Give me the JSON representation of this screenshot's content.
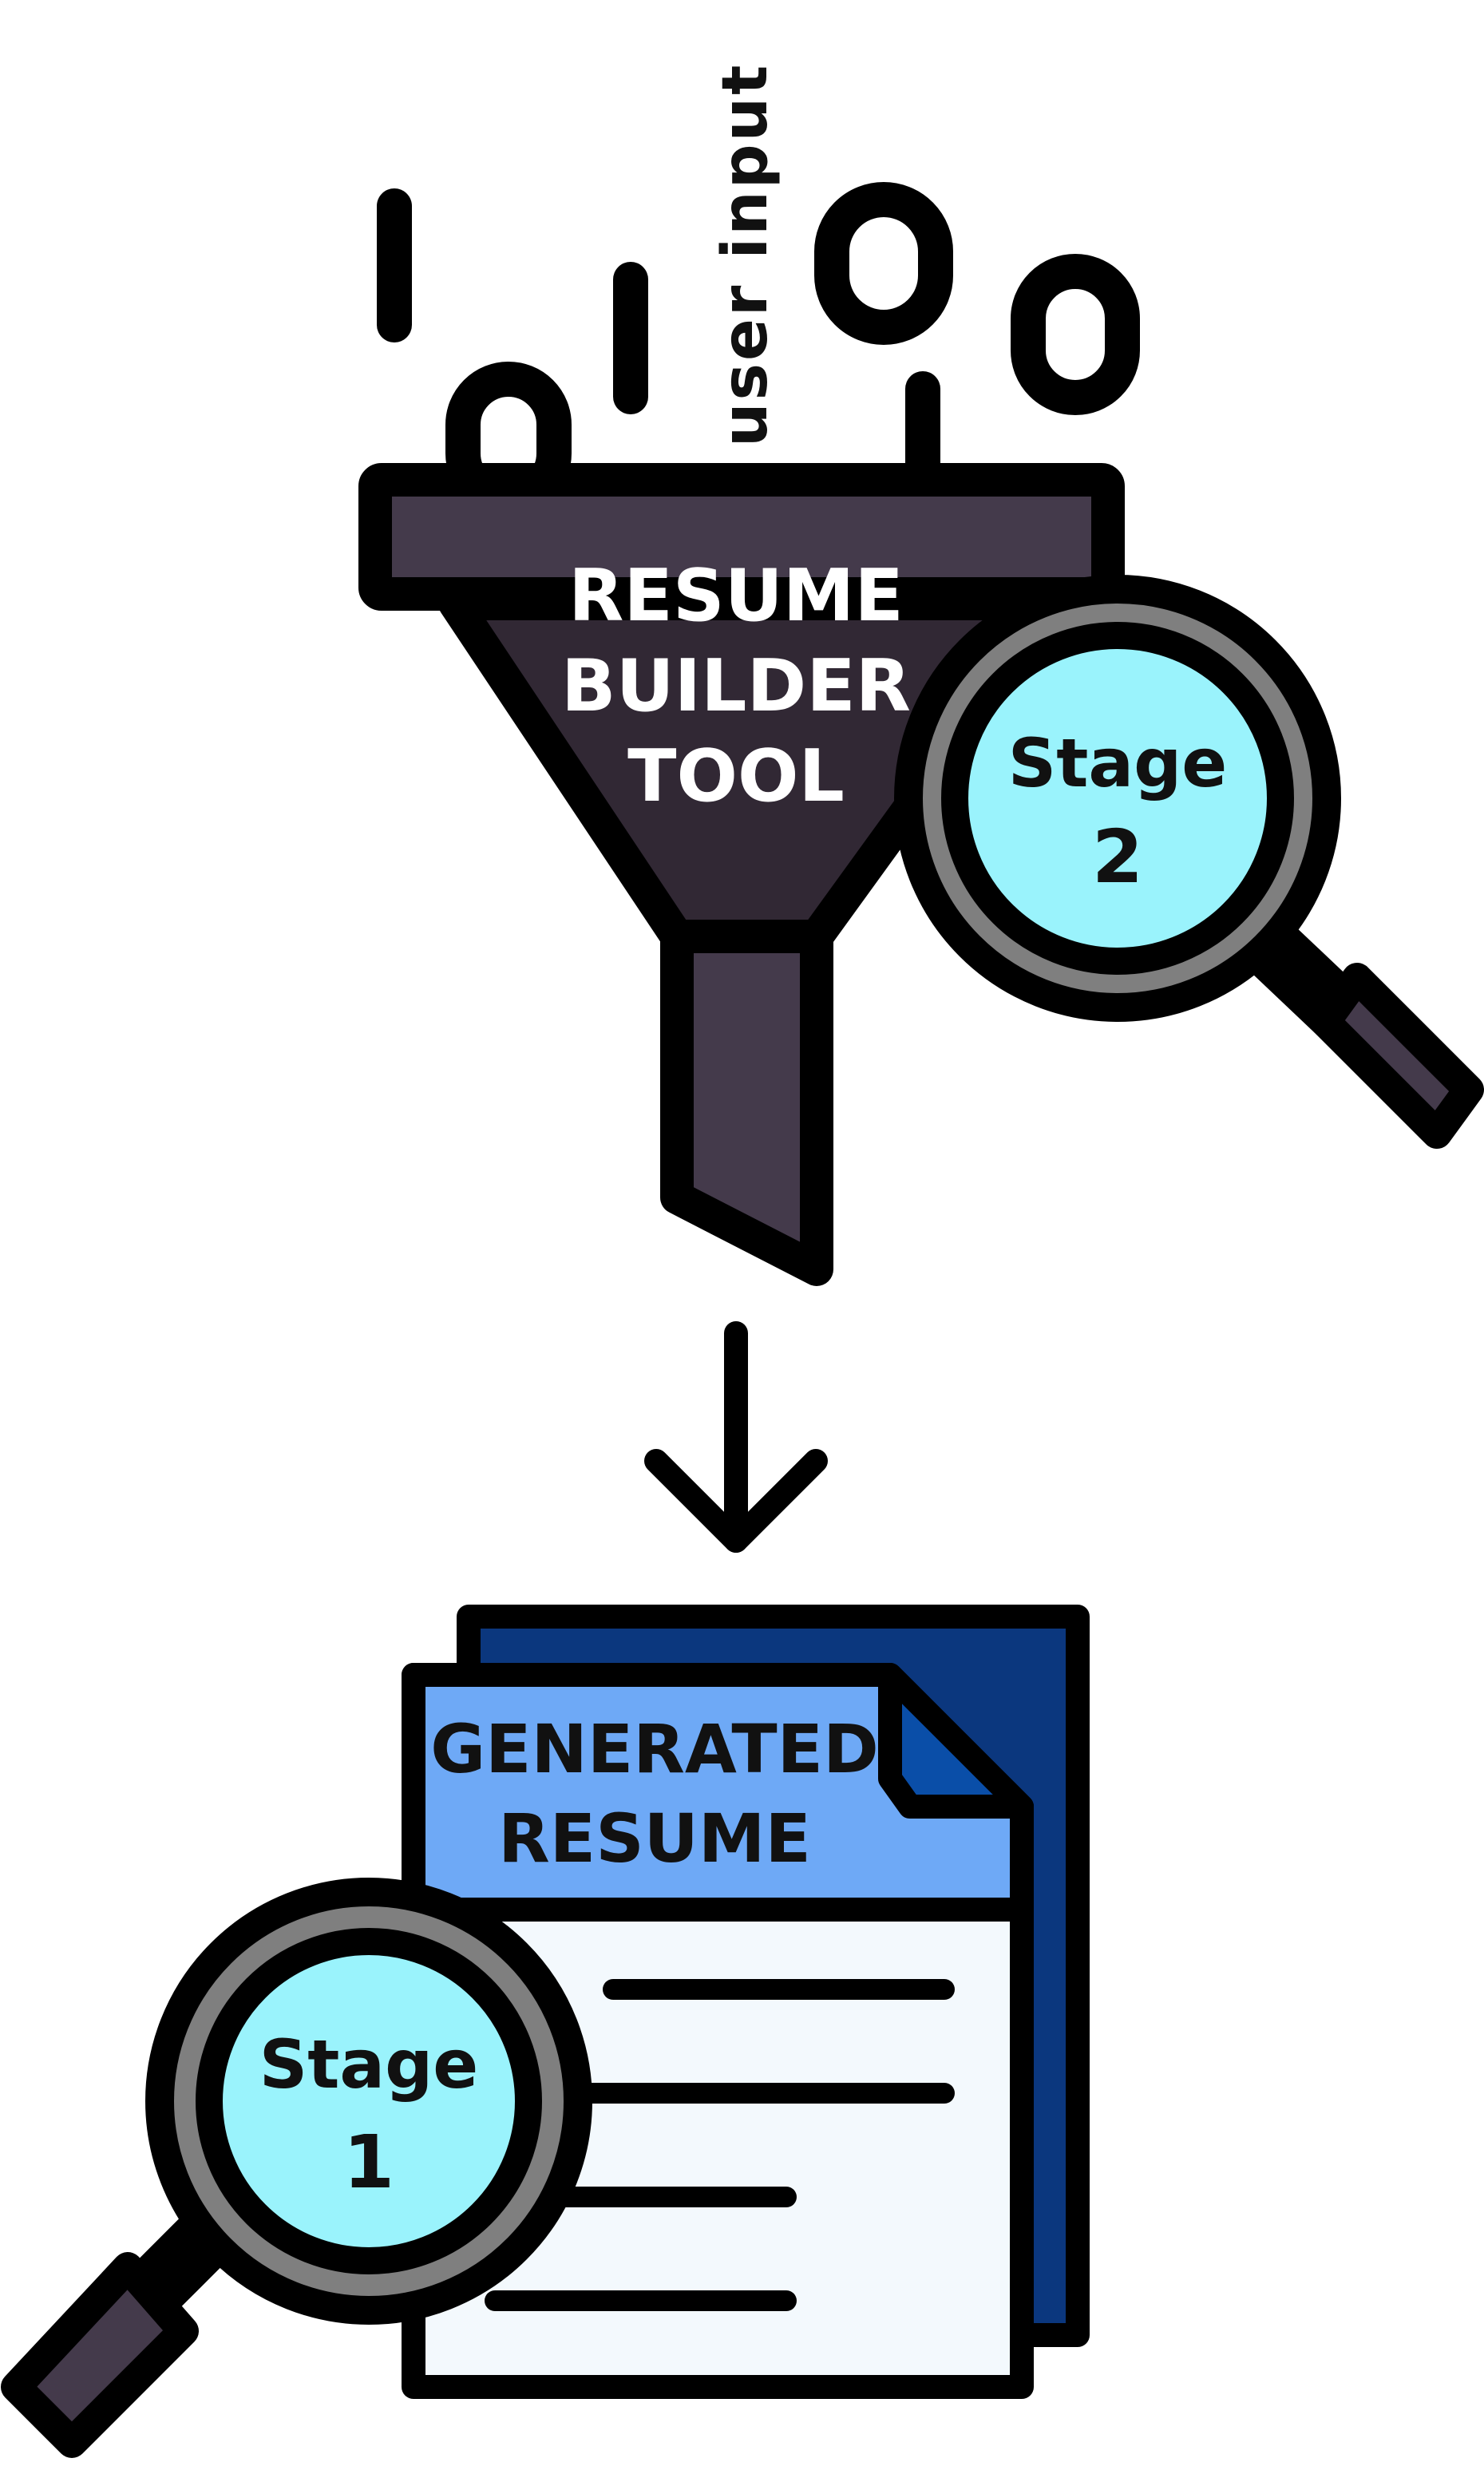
{
  "input_label": "user input",
  "funnel": {
    "line1": "RESUME",
    "line2": "BUILDER",
    "line3": "TOOL"
  },
  "stage2": {
    "word": "Stage",
    "number": "2"
  },
  "document": {
    "line1": "GENERATED",
    "line2": "RESUME"
  },
  "stage1": {
    "word": "Stage",
    "number": "1"
  },
  "colors": {
    "outline": "#000000",
    "funnel_dark": "#312834",
    "funnel_mid": "#443a4b",
    "lens": "#9af3fc",
    "ring": "#7f7f7f",
    "doc_back": "#0b377e",
    "doc_header": "#6ea9f6",
    "doc_body": "#f3f9fd",
    "doc_fold": "#0a4ea8"
  }
}
